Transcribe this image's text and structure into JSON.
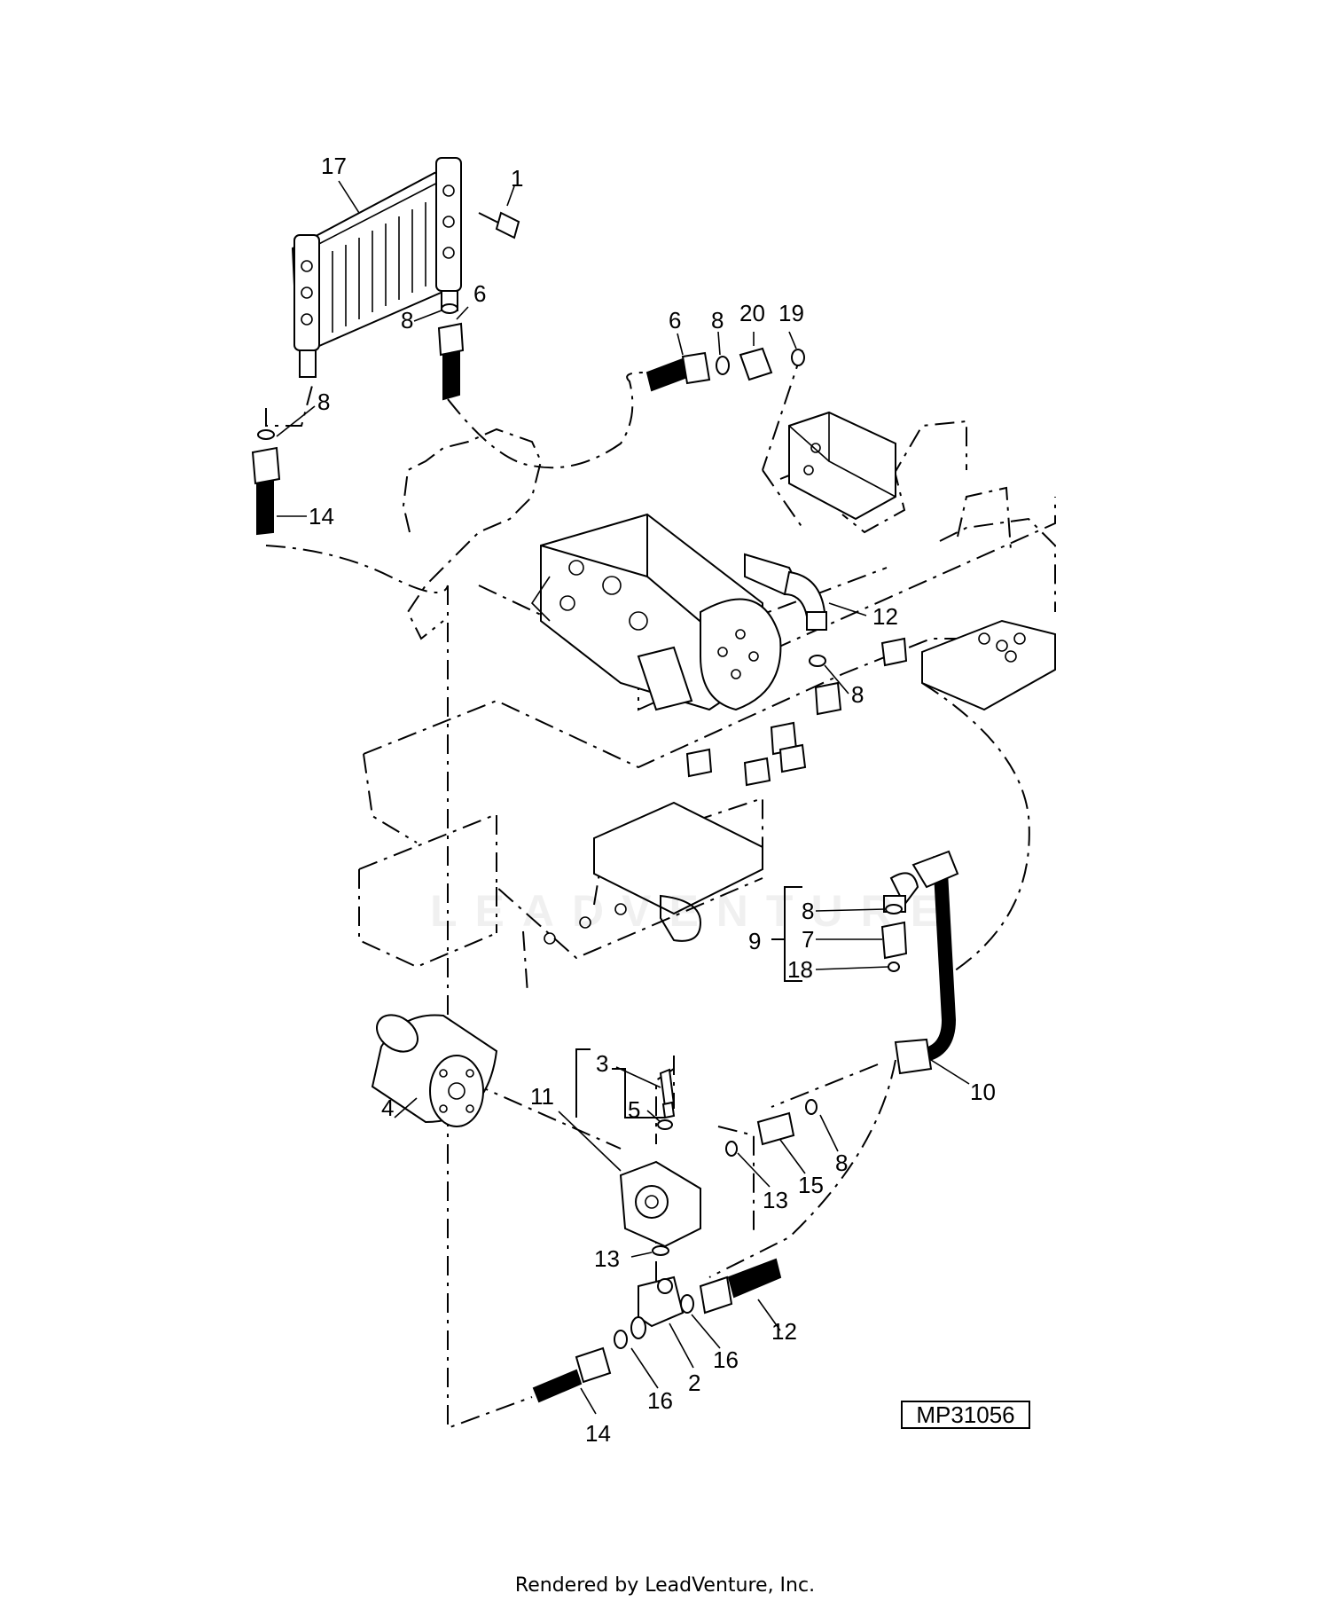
{
  "diagram": {
    "id": "MP31056",
    "footer": "Rendered by LeadVenture, Inc.",
    "watermark": "LEADVENTURE",
    "callouts": [
      {
        "key": "c17",
        "text": "17"
      },
      {
        "key": "c1",
        "text": "1"
      },
      {
        "key": "c6a",
        "text": "6"
      },
      {
        "key": "c8a",
        "text": "8"
      },
      {
        "key": "c8b",
        "text": "8"
      },
      {
        "key": "c14a",
        "text": "14"
      },
      {
        "key": "c6b",
        "text": "6"
      },
      {
        "key": "c8c",
        "text": "8"
      },
      {
        "key": "c20",
        "text": "20"
      },
      {
        "key": "c19",
        "text": "19"
      },
      {
        "key": "c12a",
        "text": "12"
      },
      {
        "key": "c8d",
        "text": "8"
      },
      {
        "key": "c8e",
        "text": "8"
      },
      {
        "key": "c9",
        "text": "9"
      },
      {
        "key": "c7",
        "text": "7"
      },
      {
        "key": "c18",
        "text": "18"
      },
      {
        "key": "c10",
        "text": "10"
      },
      {
        "key": "c3",
        "text": "3"
      },
      {
        "key": "c5",
        "text": "5"
      },
      {
        "key": "c11",
        "text": "11"
      },
      {
        "key": "c4",
        "text": "4"
      },
      {
        "key": "c8f",
        "text": "8"
      },
      {
        "key": "c15",
        "text": "15"
      },
      {
        "key": "c13a",
        "text": "13"
      },
      {
        "key": "c13b",
        "text": "13"
      },
      {
        "key": "c12b",
        "text": "12"
      },
      {
        "key": "c16a",
        "text": "16"
      },
      {
        "key": "c2",
        "text": "2"
      },
      {
        "key": "c16b",
        "text": "16"
      },
      {
        "key": "c14b",
        "text": "14"
      }
    ]
  }
}
